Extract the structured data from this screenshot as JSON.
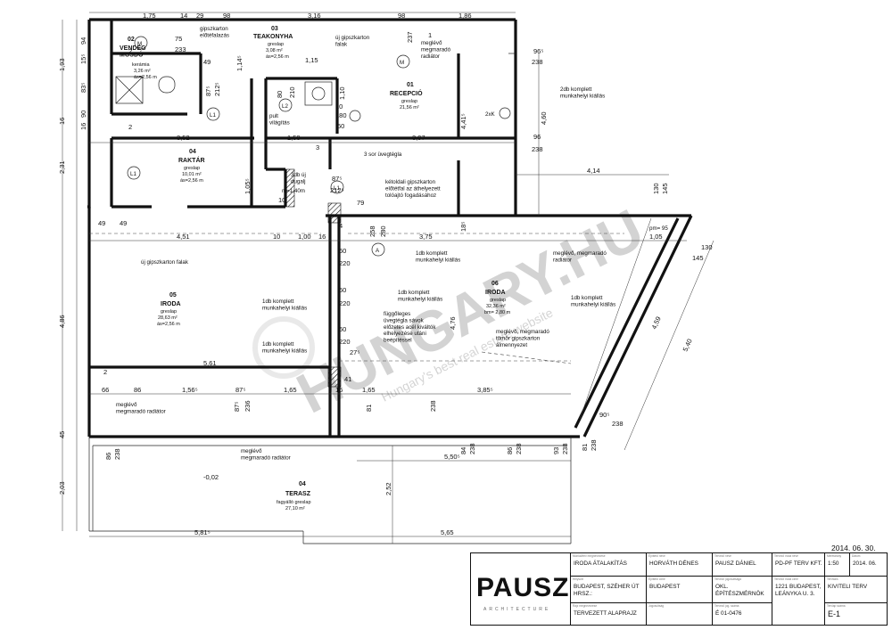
{
  "drawing": {
    "date": "2014. 06. 30.",
    "watermark_brand": "HUNGARY.HU",
    "watermark_tagline": "Hungary's best real estate website"
  },
  "rooms": [
    {
      "id": "r02",
      "num": "02",
      "name": "VENDÉG\nMOSDÓ",
      "floor": "kerámia",
      "area": "3,26 m²",
      "height": "ás=2,56 m"
    },
    {
      "id": "r03",
      "num": "03",
      "name": "TEAKONYHA",
      "floor": "greslap",
      "area": "3,08 m²",
      "height": "ás=2,56 m"
    },
    {
      "id": "r01",
      "num": "01",
      "name": "RECEPCIÓ",
      "floor": "greslap",
      "area": "21,56 m²",
      "height": ""
    },
    {
      "id": "r04",
      "num": "04",
      "name": "RAKTÁR",
      "floor": "greslap",
      "area": "10,01 m²",
      "height": "ás=2,56 m"
    },
    {
      "id": "r05",
      "num": "05",
      "name": "IRODA",
      "floor": "greslap",
      "area": "28,63 m²",
      "height": "ás=2,56 m"
    },
    {
      "id": "r06",
      "num": "06",
      "name": "IRODA",
      "floor": "greslap",
      "area": "32,36 m²",
      "height": "bm= 2,80 m"
    },
    {
      "id": "rT",
      "num": "04",
      "name": "TERASZ",
      "floor": "fagyálló greslap",
      "area": "27,10 m²",
      "height": ""
    }
  ],
  "notes": {
    "gipsz_elotet": "gipszkarton\nelőtéfalazás",
    "uj_gipsz_falak_top": "új gipszkarton\nfalak",
    "meglevo_radiator_top": "meglévő\nmegmaradó\nradiátor",
    "ketdb_kiallas": "2db komplett\nmunkahelyi kiállás",
    "pult": "pult\nvilágítás",
    "harom_sor": "3 sor üvegtégla",
    "harom_db": "3db új\ndugalj",
    "m140": "m=1,40m",
    "ketoldali": "kétoldali gipszkarton\nelőtétfal az áthelyezett\ntolóajtó fogadásához",
    "uj_gipsz_falak_mid": "új gipszkarton falak",
    "egydb_kiallas_a": "1db komplett\nmunkahelyi kiállás",
    "egydb_kiallas_b": "1db komplett\nmunkahelyi kiállás",
    "egydb_kiallas_c": "1db komplett\nmunkahelyi kiállás",
    "egydb_kiallas_d": "1db komplett\nmunkahelyi kiállás",
    "egydb_kiallas_e": "1db komplett\nmunkahelyi kiállás",
    "meglevo_radiator_right": "meglévő, megmaradó\nradiátor",
    "fuggoleges": "függőleges\nüvegtégla sávok\nelőzetes acél kiváltók\nelhelyezése utáni\nbeépítéssel",
    "tomor": "meglévő, megmaradó\ntömör gipszkarton\nálmennyezet",
    "radiator_bottom_left": "meglévő\nmegmaradó radiátor",
    "radiator_bottom_mid": "meglévő\nmegmaradó radiátor",
    "terrace_level": "-0,02",
    "pm95": "pm= 95",
    "twoxK": "2xK"
  },
  "dims": {
    "top": [
      "1,75",
      "14",
      "29",
      "98",
      "3,16",
      "98",
      "1,86"
    ],
    "left": [
      "1,93",
      "16",
      "2,31",
      "4,86",
      "45",
      "2,03"
    ],
    "row2": [
      "3,52",
      "1,50",
      "3,97"
    ],
    "row3": [
      "4,51",
      "10",
      "1,00",
      "16",
      "3,75",
      "1,05"
    ],
    "row4": [
      "5,61"
    ],
    "row5": [
      "66",
      "86",
      "1,56⁵",
      "87⁵",
      "1,65",
      "16",
      "1,65",
      "3,85⁵"
    ],
    "bottom_inner": "5,50⁵",
    "bottom": [
      "5,81⁵",
      "5,65"
    ],
    "terrace_v": "2,52",
    "right": [
      "96⁵",
      "238",
      "96",
      "238",
      "4,60",
      "4,14",
      "130",
      "145",
      "130",
      "145",
      "4,59",
      "5,40",
      "90⁵",
      "238",
      "81",
      "238"
    ],
    "misc": [
      "94",
      "15⁵",
      "83⁵",
      "90",
      "16",
      "1,14⁵",
      "233",
      "75",
      "49",
      "87⁵",
      "212⁵",
      "80",
      "210",
      "1,10",
      "180",
      "60",
      "10",
      "10",
      "87⁵",
      "212⁵",
      "79",
      "1,05⁵",
      "49",
      "49",
      "2",
      "2",
      "237",
      "1",
      "4,41⁵",
      "4,76",
      "18⁵",
      "258",
      "280",
      "220",
      "220",
      "220",
      "60",
      "60",
      "60",
      "27⁵",
      "41",
      "87⁵",
      "236",
      "81",
      "238",
      "86",
      "238",
      "84",
      "238",
      "86",
      "238",
      "93",
      "238",
      "1,15",
      "3",
      "4",
      "2"
    ]
  },
  "title_block": {
    "logo": "PAUSZ",
    "logo_sub": "ARCHITECTURE",
    "lbl_munka": "Munka/terv megnevezése",
    "munka": "IRODA ÁTALAKÍTÁS",
    "lbl_hely": "Helyszín",
    "hely": "BUDAPEST, SZÉHER ÚT\nHRSZ.:",
    "lbl_rajz": "Rajz megnevezése",
    "rajz": "TERVEZETT ALAPRAJZ",
    "lbl_epitt": "Építtető neve",
    "epitt": "HORVÁTH DÉNES",
    "lbl_epitt_c": "Építtető címe",
    "epitt_c": "BUDAPEST",
    "lbl_jog": "Jogosultság",
    "jog": "",
    "lbl_terv": "Tervező neve",
    "terv": "PAUSZ DÁNIEL",
    "lbl_tk": "Tervező jogosultsága",
    "tk": "OKL. ÉPÍTÉSZMÉRNÖK",
    "lbl_szam": "Tervező jog. száma",
    "szam": "É 01-0476",
    "lbl_iroda": "Tervező iroda neve",
    "iroda": "PD-PF TERV KFT.",
    "lbl_icim": "Tervező iroda címe",
    "icim": "1221 BUDAPEST,\nLEÁNYKA U. 3.",
    "lbl_meret": "Méretarány",
    "meret": "1:50",
    "lbl_datum": "Dátum",
    "datum": "2014. 06.",
    "lbl_fazis": "Tervfázis",
    "fazis": "KIVITELI TERV",
    "lbl_lap": "Tervlap száma",
    "lap": "E-1"
  }
}
